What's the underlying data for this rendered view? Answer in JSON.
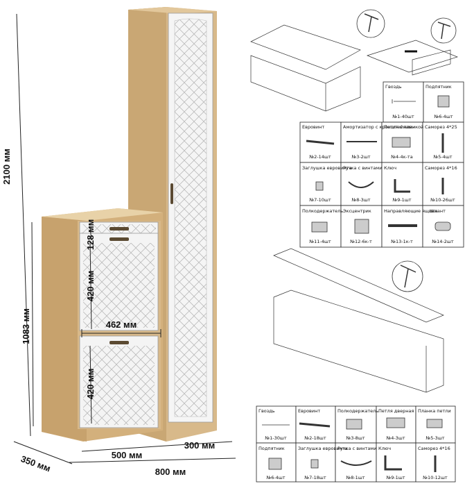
{
  "dimensions": {
    "height_total": "2100 мм",
    "height_low": "1083 мм",
    "drawer_top": "128 мм",
    "drawer_mid": "420 мм",
    "drawer_bottom": "420 мм",
    "inner_width": "462 мм",
    "width_500": "500 мм",
    "width_300": "300 мм",
    "width_800": "800 мм",
    "depth_350": "350 мм"
  },
  "table_top": {
    "row1": [
      {
        "name": "Гвоздь",
        "count": "№1-40шт",
        "icon": "nail-icon"
      },
      {
        "name": "Подпятник",
        "count": "№6-4шт",
        "icon": "foot-pad-icon"
      }
    ],
    "row2": [
      {
        "name": "Евровинт",
        "count": "№2-14шт",
        "icon": "euroscrew-icon"
      },
      {
        "name": "Амортизатор с кронштейнами",
        "count": "№3-2шт",
        "icon": "damper-icon"
      },
      {
        "name": "Петля с планкой",
        "count": "№4-4к-та",
        "icon": "hinge-icon"
      },
      {
        "name": "Саморез 4*25",
        "count": "№5-4шт",
        "icon": "screw-icon"
      }
    ],
    "row3": [
      {
        "name": "Заглушка евровинта",
        "count": "№7-10шт",
        "icon": "cap-icon"
      },
      {
        "name": "Ручка с винтами",
        "count": "№8-3шт",
        "icon": "handle-icon"
      },
      {
        "name": "Ключ",
        "count": "№9-1шт",
        "icon": "hex-key-icon"
      },
      {
        "name": "Саморез 4*16",
        "count": "№10-26шт",
        "icon": "screw-icon"
      }
    ],
    "row4": [
      {
        "name": "Полкодержатель",
        "count": "№11-4шт",
        "icon": "shelf-pin-icon"
      },
      {
        "name": "Эксцентрик",
        "count": "№12-6к-т",
        "icon": "cam-lock-icon"
      },
      {
        "name": "Направляющие ящика",
        "count": "№13-1к-т",
        "icon": "drawer-slide-icon"
      },
      {
        "name": "Шкант",
        "count": "№14-2шт",
        "icon": "dowel-icon"
      }
    ]
  },
  "table_bottom": {
    "row1": [
      {
        "name": "Гвоздь",
        "count": "№1-30шт",
        "icon": "nail-icon"
      },
      {
        "name": "Евровинт",
        "count": "№2-18шт",
        "icon": "euroscrew-icon"
      },
      {
        "name": "Полкодержатель",
        "count": "№3-8шт",
        "icon": "shelf-pin-icon"
      },
      {
        "name": "Петля дверная",
        "count": "№4-3шт",
        "icon": "hinge-icon"
      },
      {
        "name": "Планка петли",
        "count": "№5-3шт",
        "icon": "hinge-plate-icon"
      }
    ],
    "row2": [
      {
        "name": "Подпятник",
        "count": "№6-4шт",
        "icon": "foot-pad-icon"
      },
      {
        "name": "Заглушка евровинта",
        "count": "№7-18шт",
        "icon": "cap-icon"
      },
      {
        "name": "Ручка с винтами",
        "count": "№8-1шт",
        "icon": "handle-icon"
      },
      {
        "name": "Ключ",
        "count": "№9-1шт",
        "icon": "hex-key-icon"
      },
      {
        "name": "Саморез 4*16",
        "count": "№10-12шт",
        "icon": "screw-icon"
      }
    ]
  },
  "colors": {
    "wood": "#d8b98a",
    "panel": "#f4f4f4",
    "line": "#222222"
  }
}
